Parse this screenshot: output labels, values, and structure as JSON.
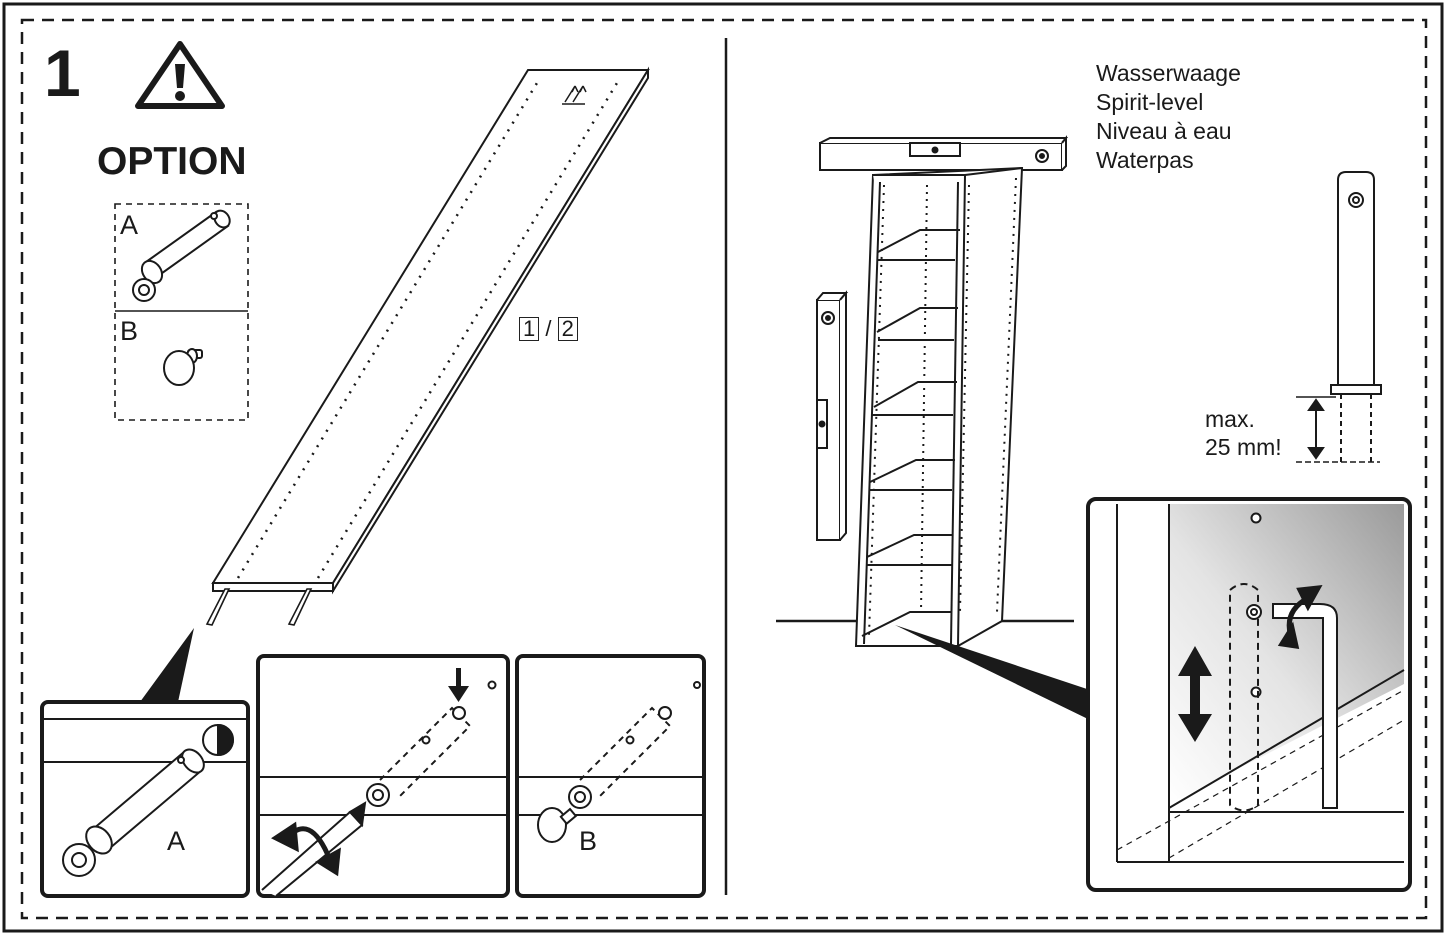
{
  "step": {
    "number": "1"
  },
  "option": {
    "title": "OPTION",
    "variants": [
      {
        "label": "A",
        "icon": "adjustable-leveler-icon"
      },
      {
        "label": "B",
        "icon": "fixed-glide-foot-icon"
      }
    ]
  },
  "board": {
    "part_a": "1",
    "separator": "/",
    "part_b": "2"
  },
  "details": [
    {
      "label": "A"
    },
    {
      "icon": "screwdriver-turn-icon"
    },
    {
      "label": "B"
    }
  ],
  "spirit_level": {
    "lines": [
      "Wasserwaage",
      "Spirit-level",
      "Niveau à eau",
      "Waterpas"
    ]
  },
  "leveler_limit": {
    "line1": "max.",
    "line2": "25 mm!"
  },
  "icons": [
    "warning-triangle-icon",
    "up-arrow-icon",
    "down-arrow-icon",
    "rotate-arrow-icon",
    "allen-key-icon",
    "double-arrow-icon"
  ],
  "colors": {
    "ink": "#1a1a1a",
    "paper": "#ffffff"
  }
}
